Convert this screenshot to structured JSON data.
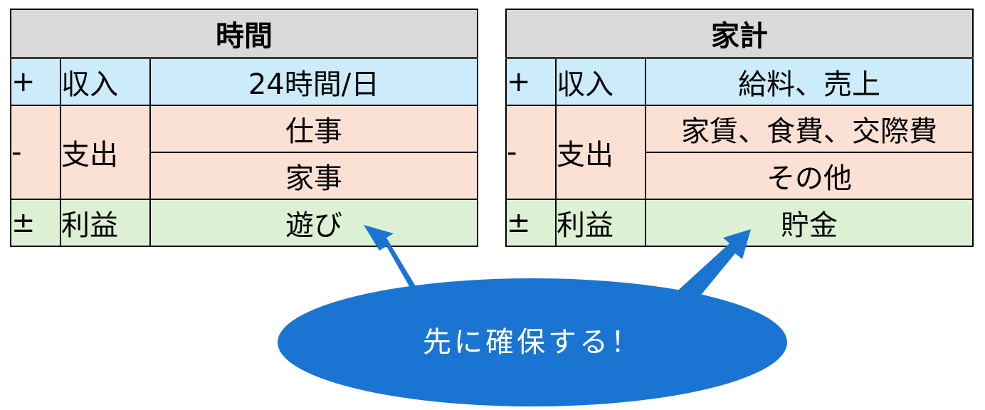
{
  "left_table": {
    "title": "時間",
    "income": {
      "sign": "+",
      "label": "収入",
      "value": "24時間/日"
    },
    "expense": {
      "sign": "-",
      "label": "支出",
      "values": [
        "仕事",
        "家事"
      ]
    },
    "profit": {
      "sign": "±",
      "label": "利益",
      "value": "遊び"
    }
  },
  "right_table": {
    "title": "家計",
    "income": {
      "sign": "+",
      "label": "収入",
      "value": "給料、売上"
    },
    "expense": {
      "sign": "-",
      "label": "支出",
      "values": [
        "家賃、食費、交際費",
        "その他"
      ]
    },
    "profit": {
      "sign": "±",
      "label": "利益",
      "value": "貯金"
    }
  },
  "callout": {
    "text": "先に確保する！"
  },
  "colors": {
    "header": "#d9d9d9",
    "income": "#ccecfb",
    "expense": "#fbe0d4",
    "profit": "#dcf1d3",
    "callout": "#1a75d2"
  }
}
